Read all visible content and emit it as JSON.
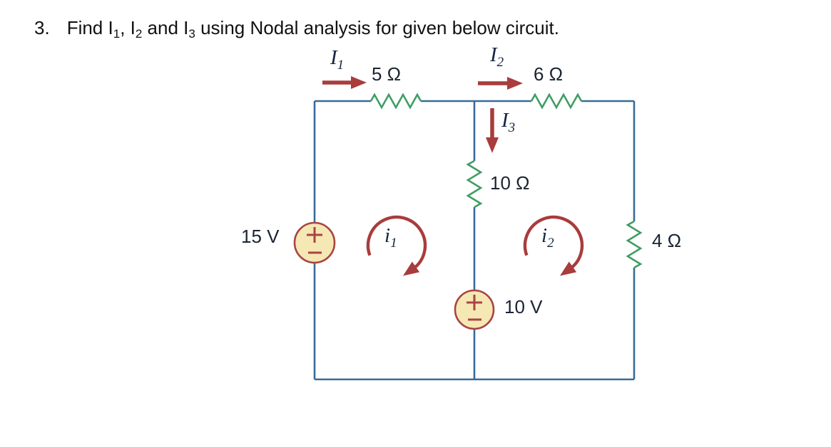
{
  "title": {
    "number": "3.",
    "parts": {
      "p0": "Find I",
      "s0": "1",
      "p1": ", I",
      "s1": "2",
      "p2": " and I",
      "s2": "3",
      "p3": " using Nodal analysis for given below circuit."
    }
  },
  "circuit": {
    "resistors": {
      "r5": "5 Ω",
      "r6": "6 Ω",
      "r10": "10 Ω",
      "r4": "4 Ω"
    },
    "sources": {
      "v15": {
        "label": "15 V",
        "plus": "+",
        "minus": "−"
      },
      "v10": {
        "label": "10 V",
        "plus": "+",
        "minus": "−"
      }
    },
    "branch_currents": {
      "I1": {
        "base": "I",
        "sub": "1"
      },
      "I2": {
        "base": "I",
        "sub": "2"
      },
      "I3": {
        "base": "I",
        "sub": "3"
      }
    },
    "mesh_currents": {
      "i1": {
        "base": "i",
        "sub": "1"
      },
      "i2": {
        "base": "i",
        "sub": "2"
      }
    }
  },
  "colors": {
    "wire": "#3A6B9B",
    "resistor": "#3E9E62",
    "arrow": "#A93C3C",
    "source_fill": "#F6E8B4",
    "source_border": "#A94442",
    "component_label": "#1A2433",
    "current_label": "#14233F",
    "title_text": "#111111"
  }
}
